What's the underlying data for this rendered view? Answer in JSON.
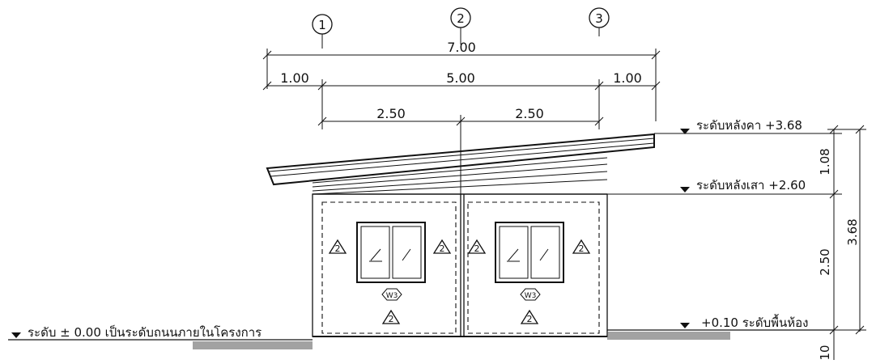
{
  "grid": {
    "axis_1": "1",
    "axis_2": "2",
    "axis_3": "3"
  },
  "dimensions": {
    "overall_width": "7.00",
    "left_overhang": "1.00",
    "middle_span": "5.00",
    "right_overhang": "1.00",
    "bay_left": "2.50",
    "bay_right": "2.50",
    "roof_height": "1.08",
    "wall_height": "2.50",
    "total_height": "3.68",
    "plinth_height": "10"
  },
  "levels": {
    "roof_ridge": "ระดับหลังคา +3.68",
    "column_top": "ระดับหลังเสา +2.60",
    "floor": "+0.10 ระดับพื้นห้อง",
    "datum": "ระดับ ± 0.00 เป็นระดับถนนภายในโครงการ"
  },
  "tags": {
    "window_left": "W3",
    "window_right": "W3",
    "material": "2"
  }
}
